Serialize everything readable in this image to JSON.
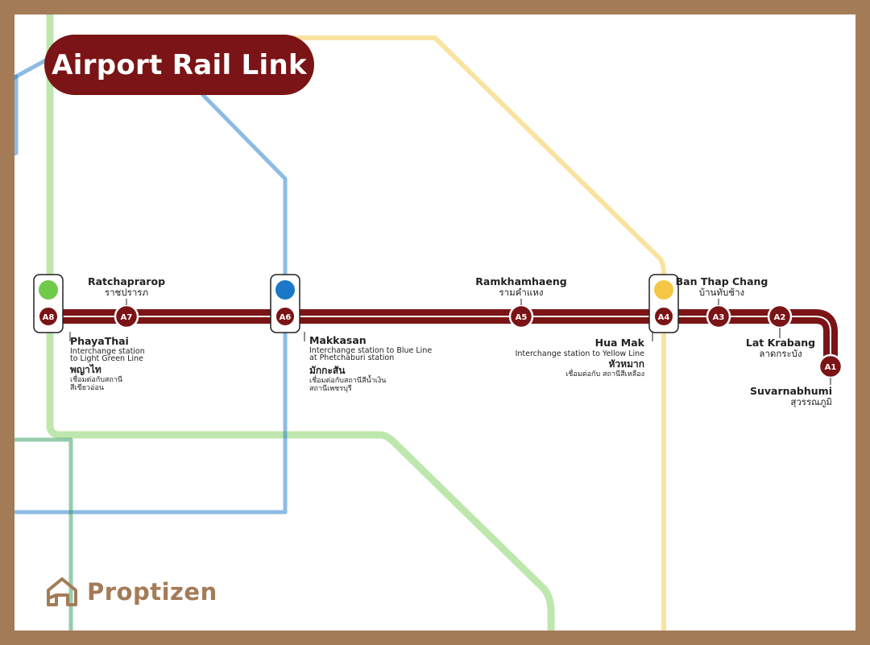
{
  "title": "Airport Rail Link",
  "brand": {
    "name": "Proptizen",
    "logo_icon": "proptizen-house-icon"
  },
  "colors": {
    "frame": "#a47b57",
    "airport_line": "#7b1416",
    "light_green_line": "#6fca4a",
    "blue_line": "#1b78c8",
    "yellow_line": "#f6c744"
  },
  "stations": [
    {
      "code": "A8",
      "name_en": "PhayaThai",
      "name_th": "พญาไท",
      "note_en": [
        "Interchange station",
        "to Light Green Line"
      ],
      "note_th": [
        "เชื่อมต่อกับสถานี",
        "สีเขียวอ่อน"
      ],
      "interchange": "light_green"
    },
    {
      "code": "A7",
      "name_en": "Ratchaprarop",
      "name_th": "ราชปรารภ"
    },
    {
      "code": "A6",
      "name_en": "Makkasan",
      "name_th": "มักกะสัน",
      "note_en": [
        "Interchange station to Blue Line",
        "at Phetchaburi station"
      ],
      "note_th": [
        "เชื่อมต่อกับสถานีสีน้ำเงิน",
        "สถานีเพชรบุรี"
      ],
      "interchange": "blue"
    },
    {
      "code": "A5",
      "name_en": "Ramkhamhaeng",
      "name_th": "รามคำแหง"
    },
    {
      "code": "A4",
      "name_en": "Hua Mak",
      "name_th": "หัวหมาก",
      "note_en": [
        "Interchange station to Yellow Line"
      ],
      "note_th": [
        "เชื่อมต่อกับ สถานีสีเหลือง"
      ],
      "interchange": "yellow"
    },
    {
      "code": "A3",
      "name_en": "Ban Thap Chang",
      "name_th": "บ้านทับช้าง"
    },
    {
      "code": "A2",
      "name_en": "Lat Krabang",
      "name_th": "ลาดกระบัง"
    },
    {
      "code": "A1",
      "name_en": "Suvarnabhumi",
      "name_th": "สุวรรณภูมิ"
    }
  ]
}
